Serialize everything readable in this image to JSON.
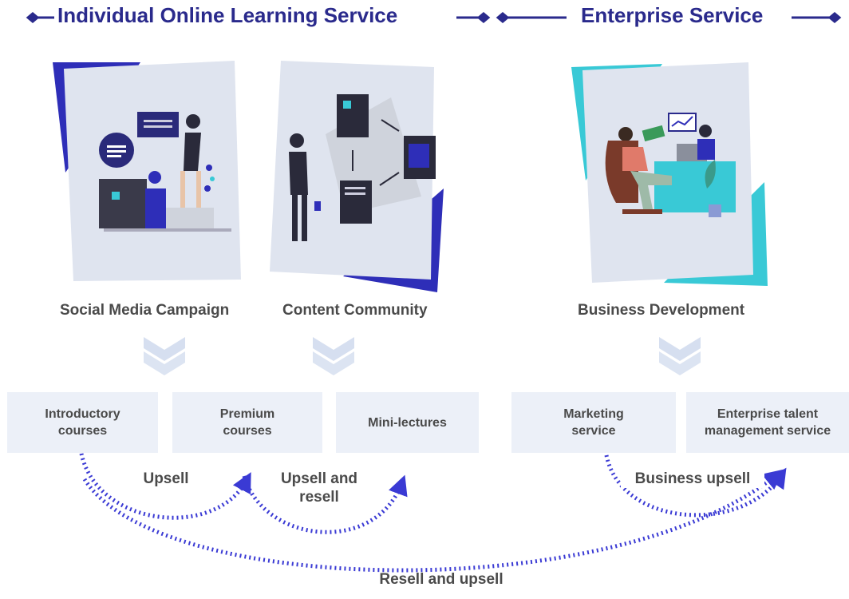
{
  "header": {
    "left_title": "Individual Online Learning Service",
    "right_title": "Enterprise Service"
  },
  "channels": [
    {
      "label": "Social Media Campaign",
      "icon": "social-media-illustration-icon"
    },
    {
      "label": "Content Community",
      "icon": "content-community-illustration-icon"
    },
    {
      "label": "Business Development",
      "icon": "business-development-illustration-icon"
    }
  ],
  "products": [
    {
      "label": "Introductory\ncourses"
    },
    {
      "label": "Premium\ncourses"
    },
    {
      "label": "Mini-lectures"
    },
    {
      "label": "Marketing\nservice"
    },
    {
      "label": "Enterprise talent\nmanagement service"
    }
  ],
  "flows": [
    {
      "label": "Upsell"
    },
    {
      "label": "Upsell and\nresell"
    },
    {
      "label": "Business upsell"
    },
    {
      "label": "Resell and upsell"
    }
  ],
  "colors": {
    "navy": "#2a2a8c",
    "blue_accent": "#2e2eb8",
    "teal_accent": "#39c9d6",
    "box_bg": "#ecf0f8",
    "arrow": "#3a3ad4",
    "chevron": "#d6dff0"
  }
}
